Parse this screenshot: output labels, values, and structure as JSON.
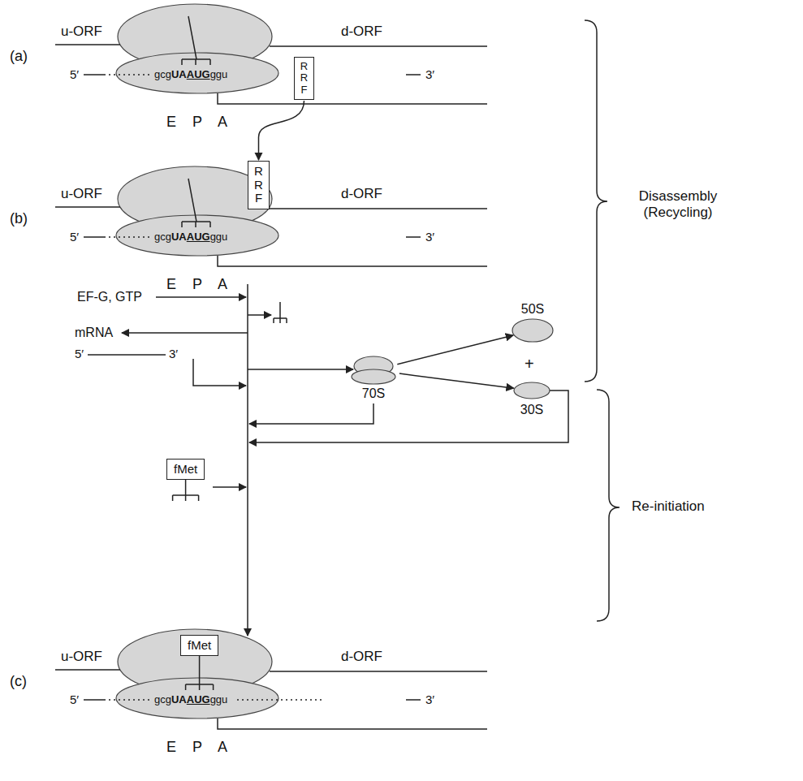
{
  "diagram": {
    "nodes": [
      {
        "text": [
          "RRF"
        ]
      },
      {
        "text": [
          "RRF"
        ]
      },
      {
        "text": [
          "50S"
        ]
      },
      {
        "text": [
          "70S"
        ]
      },
      {
        "text": [
          "30S"
        ]
      },
      {
        "text": [
          "fMet"
        ]
      },
      {
        "text": [
          "fMet"
        ]
      }
    ],
    "edges": [
      {
        "from": 0,
        "to": 1,
        "arrow": "to"
      },
      {
        "from": 3,
        "to": 2,
        "arrow": "to"
      },
      {
        "from": 3,
        "to": 4,
        "arrow": "to"
      }
    ],
    "labels": [
      "(a)",
      "u-ORF",
      "d-ORF",
      "5′",
      "gcg",
      "UA",
      "AUG",
      "ggu",
      "3′",
      "E",
      "P",
      "A",
      "(b)",
      "u-ORF",
      "d-ORF",
      "5′",
      "gcg",
      "UA",
      "AUG",
      "ggu",
      "3′",
      "E",
      "P",
      "A",
      "Disassembly (Recycling)",
      "EF-G, GTP",
      "mRNA",
      "5′",
      "3′",
      "+",
      "Re-initiation",
      "(c)",
      "u-ORF",
      "d-ORF",
      "5′",
      "gcg",
      "UA",
      "AUG",
      "ggu",
      "3′",
      "E",
      "P",
      "A"
    ]
  }
}
